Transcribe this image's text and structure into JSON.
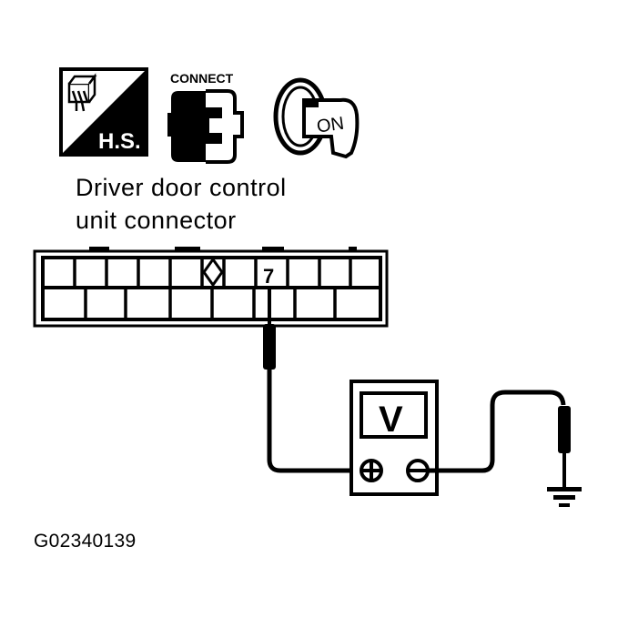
{
  "icons": {
    "harness_sensor": {
      "name": "hs-icon",
      "label": "H.S."
    },
    "connect": {
      "name": "connect-icon",
      "label": "CONNECT"
    },
    "ignition": {
      "name": "ignition-key-icon",
      "label": "ON"
    }
  },
  "connector_label": {
    "line1": "Driver door control",
    "line2": "unit connector"
  },
  "connector": {
    "terminal_label": "7",
    "top_row_cells": 11,
    "bottom_row_cells": 8
  },
  "voltmeter": {
    "display": "V",
    "positive": "+",
    "negative": "−"
  },
  "figure_id": "G02340139",
  "colors": {
    "ink": "#000000",
    "background": "#ffffff"
  }
}
